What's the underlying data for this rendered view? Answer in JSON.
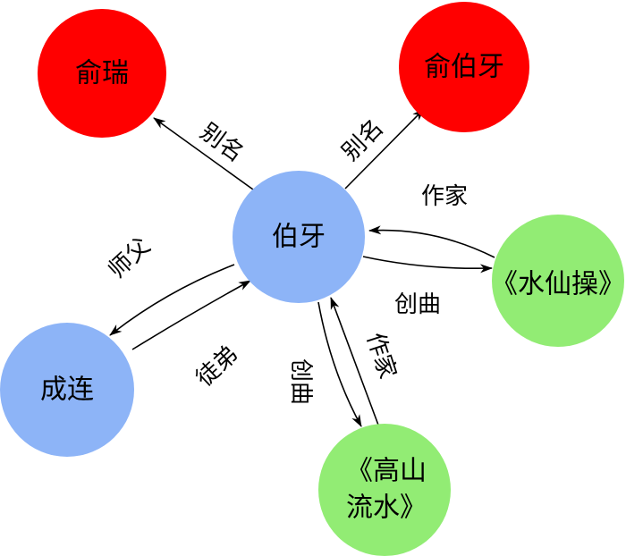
{
  "colors": {
    "alias_node": "#ff0000",
    "person_node": "#8db4f7",
    "work_node": "#92ec74",
    "edge": "#000000"
  },
  "nodes": {
    "yurui": "俞瑞",
    "yuboya": "俞伯牙",
    "boya": "伯牙",
    "chenglian": "成连",
    "shuixiancao": "《水仙操》",
    "gaoshan_line1": "《高山",
    "gaoshan_line2": "流水》"
  },
  "edges": {
    "boya_to_yurui": "别名",
    "boya_to_yuboya": "别名",
    "shuixiancao_to_boya": "作家",
    "boya_to_shuixiancao": "创曲",
    "boya_to_chenglian": "师父",
    "chenglian_to_boya": "徒弟",
    "boya_to_gaoshan": "创曲",
    "gaoshan_to_boya": "作家"
  }
}
